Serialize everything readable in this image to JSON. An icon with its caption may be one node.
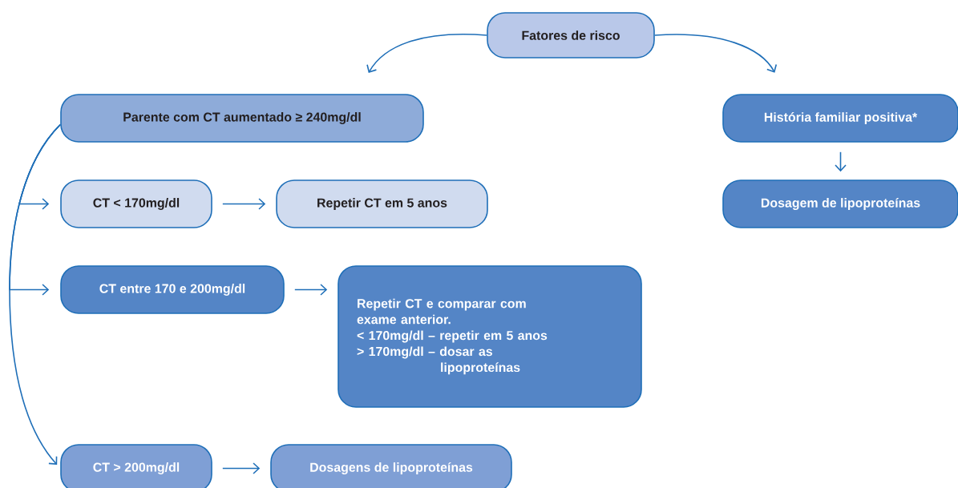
{
  "diagram": {
    "nodes": [
      {
        "text": [
          "Fatores de risco"
        ]
      },
      {
        "text": [
          "Parente com CT aumentado ≥ 240mg/dl"
        ]
      },
      {
        "text": [
          "História familiar positiva*"
        ]
      },
      {
        "text": [
          "Dosagem de lipoproteínas"
        ]
      },
      {
        "text": [
          "CT < 170mg/dl"
        ]
      },
      {
        "text": [
          "Repetir CT em 5 anos"
        ]
      },
      {
        "text": [
          "CT entre 170 e 200mg/dl"
        ]
      },
      {
        "text": [
          "Repetir CT e comparar com exame anterior.",
          "< 170mg/dl – repetir em 5 anos",
          "> 170mg/dl – dosar as lipoproteínas"
        ]
      },
      {
        "text": [
          "CT > 200mg/dl"
        ]
      },
      {
        "text": [
          "Dosagens de lipoproteínas"
        ]
      }
    ],
    "edges": [
      {
        "from": 0,
        "to": 1,
        "arrow": "to"
      },
      {
        "from": 0,
        "to": 2,
        "arrow": "to"
      },
      {
        "from": 1,
        "to": 4,
        "arrow": "to"
      },
      {
        "from": 1,
        "to": 6,
        "arrow": "to"
      },
      {
        "from": 1,
        "to": 8,
        "arrow": "to"
      },
      {
        "from": 2,
        "to": 3,
        "arrow": "to"
      },
      {
        "from": 4,
        "to": 5,
        "arrow": "to"
      },
      {
        "from": 6,
        "to": 7,
        "arrow": "to"
      },
      {
        "from": 8,
        "to": 9,
        "arrow": "to"
      }
    ]
  }
}
